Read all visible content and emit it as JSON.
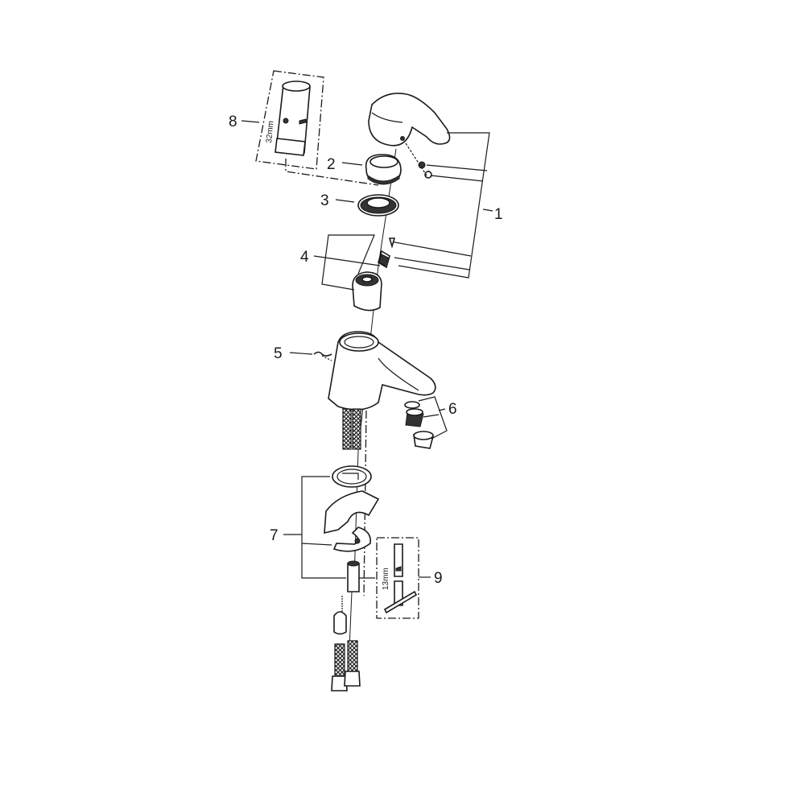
{
  "diagram": {
    "title": "Exploded parts view - basin mixer",
    "callouts": [
      {
        "id": "1",
        "label": "1"
      },
      {
        "id": "2",
        "label": "2"
      },
      {
        "id": "3",
        "label": "3"
      },
      {
        "id": "4",
        "label": "4"
      },
      {
        "id": "5",
        "label": "5"
      },
      {
        "id": "6",
        "label": "6"
      },
      {
        "id": "7",
        "label": "7"
      },
      {
        "id": "8",
        "label": "8"
      },
      {
        "id": "9",
        "label": "9"
      }
    ],
    "dimensions": {
      "tool_8": "32mm",
      "tool_9": "13mm"
    },
    "colors": {
      "ink": "#1a1a1a",
      "background": "#ffffff"
    }
  }
}
